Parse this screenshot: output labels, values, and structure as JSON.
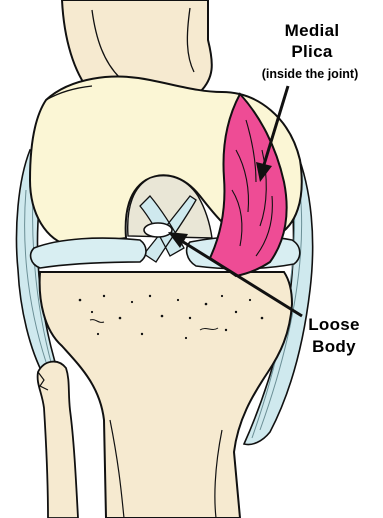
{
  "labels": {
    "plica_line1": "Medial",
    "plica_line2": "Plica",
    "plica_sub": "(inside the joint)",
    "loose_line1": "Loose",
    "loose_line2": "Body"
  },
  "colors": {
    "bone": "#f6ead0",
    "cartilage": "#fbf6d5",
    "meniscus": "#d8eef2",
    "ligament": "#cfe9ee",
    "plica": "#ee4c95",
    "outline": "#111111"
  }
}
